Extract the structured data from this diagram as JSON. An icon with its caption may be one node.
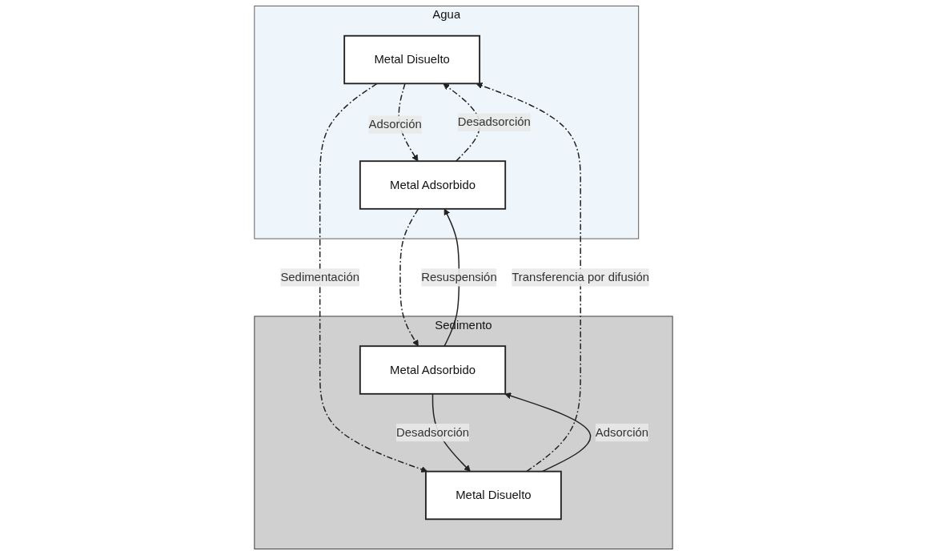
{
  "diagram": {
    "nodes": [
      {
        "text": [
          "Agua"
        ]
      },
      {
        "text": [
          "Metal Disuelto"
        ],
        "in": 0
      },
      {
        "text": [
          "Metal Adsorbido"
        ],
        "in": 0
      },
      {
        "text": [
          "Sedimento"
        ]
      },
      {
        "text": [
          "Metal Disuelto"
        ],
        "in": 3
      },
      {
        "text": [
          "Metal Adsorbido"
        ],
        "in": 3
      }
    ],
    "edges": [
      {
        "from": 1,
        "to": 2,
        "arrow": "to",
        "label": "Adsorción",
        "style": "dashed"
      },
      {
        "from": 2,
        "to": 1,
        "arrow": "to",
        "label": "Desadsorción",
        "style": "dashed"
      },
      {
        "from": 4,
        "to": 1,
        "arrow": "to",
        "label": "Transferencia por difusión",
        "style": "dashed"
      },
      {
        "from": 1,
        "to": 4,
        "arrow": "to",
        "label": "Sedimentación",
        "style": "dashed"
      },
      {
        "from": 2,
        "to": 5,
        "arrow": "to",
        "style": "dashed"
      },
      {
        "from": 5,
        "to": 2,
        "arrow": "to",
        "label": "Resuspensión"
      },
      {
        "from": 4,
        "to": 5,
        "arrow": "to",
        "label": "Adsorción"
      },
      {
        "from": 5,
        "to": 4,
        "arrow": "to",
        "label": "Desadsorción"
      }
    ]
  }
}
